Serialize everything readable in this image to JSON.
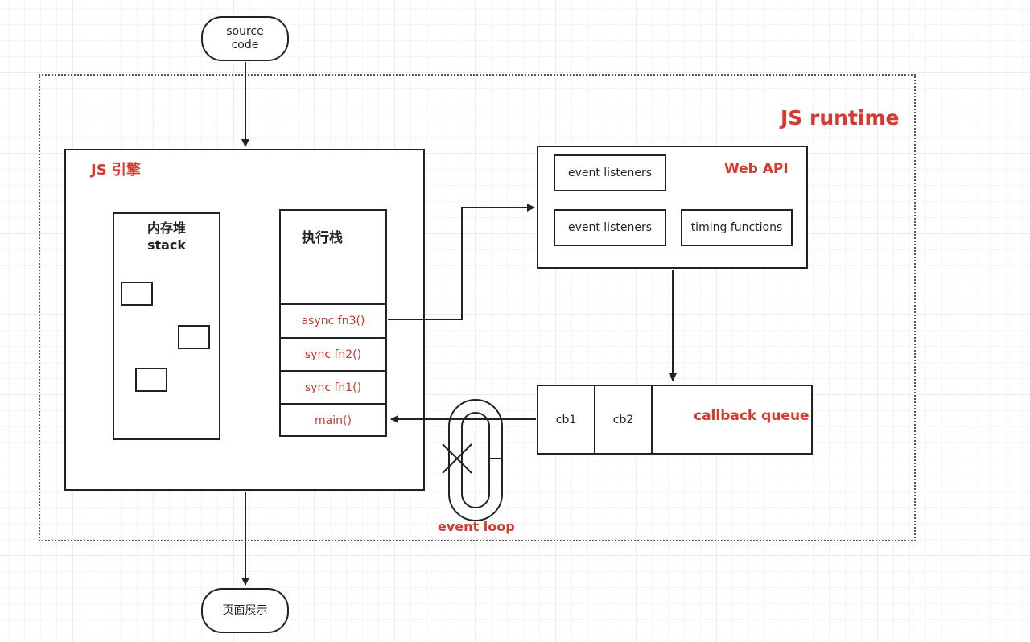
{
  "source_node": {
    "line1": "source",
    "line2": "code"
  },
  "runtime": {
    "title": "JS runtime"
  },
  "engine": {
    "title": "JS 引擎",
    "heap": {
      "title_line1": "内存堆",
      "title_line2": "stack"
    },
    "exec_stack": {
      "title": "执行栈",
      "frames": [
        "async fn3()",
        "sync fn2()",
        "sync fn1()",
        "main()"
      ]
    }
  },
  "web_api": {
    "title": "Web API",
    "items": [
      "event listeners",
      "event listeners",
      "timing functions"
    ]
  },
  "callback_queue": {
    "title": "callback queue",
    "items": [
      "cb1",
      "cb2"
    ]
  },
  "event_loop": {
    "label": "event loop"
  },
  "output_node": {
    "label": "页面展示"
  },
  "colors": {
    "accent": "#d63a2f",
    "stroke": "#222222"
  }
}
